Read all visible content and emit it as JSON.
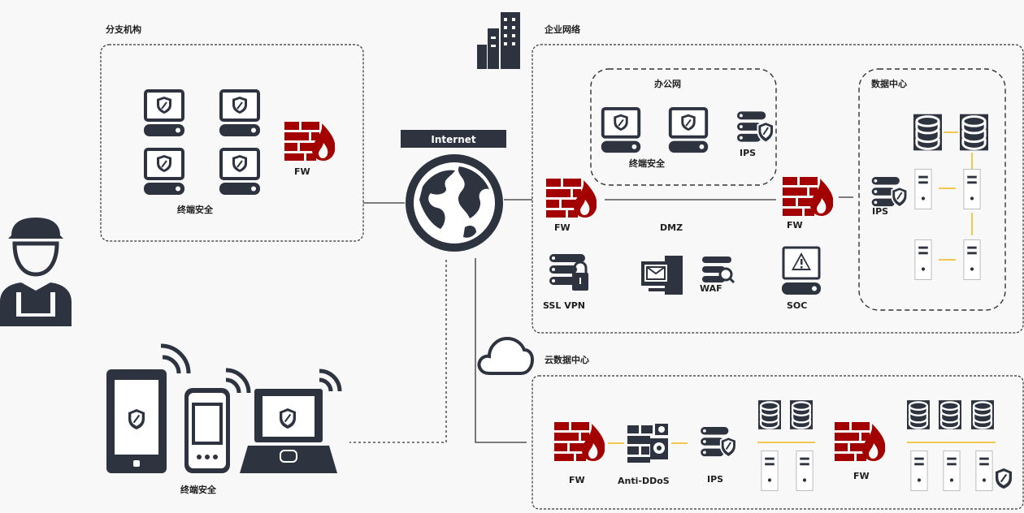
{
  "branch": {
    "title": "分支机构",
    "fw_label": "FW",
    "endpoint_label": "终端安全"
  },
  "internet": {
    "label": "Internet"
  },
  "enterprise": {
    "title": "企业网络",
    "office": {
      "title": "办公网",
      "endpoint_label": "终端安全",
      "ips_label": "IPS"
    },
    "fw_left_label": "FW",
    "dmz_label": "DMZ",
    "fw_right_label": "FW",
    "ssl_vpn_label": "SSL VPN",
    "waf_label": "WAF",
    "soc_label": "SOC",
    "datacenter": {
      "title": "数据中心",
      "ips_label": "IPS"
    }
  },
  "mobile": {
    "endpoint_label": "终端安全"
  },
  "cloud": {
    "title": "云数据中心",
    "fw_label": "FW",
    "antiddos_label": "Anti-DDoS",
    "ips_label": "IPS",
    "fw2_label": "FW"
  },
  "colors": {
    "dark": "#2e3340",
    "red": "#a30000",
    "accent_line": "#f2c94c",
    "background": "#f8f8f8"
  }
}
